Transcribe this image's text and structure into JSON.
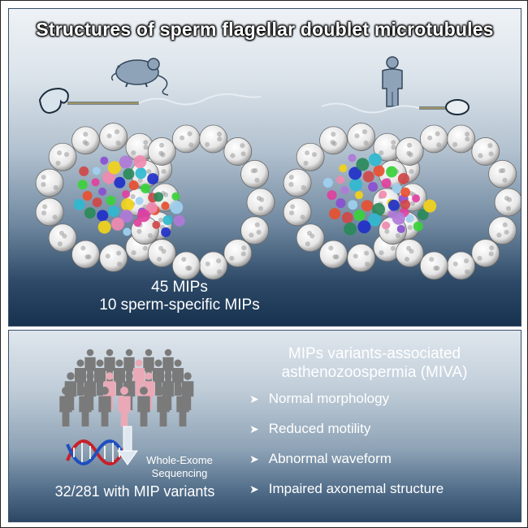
{
  "title": "Structures of sperm flagellar doublet microtubules",
  "top_panel": {
    "species": [
      {
        "icon": "mouse-icon"
      },
      {
        "icon": "human-icon"
      }
    ],
    "mip_count": "45 MIPs",
    "sperm_specific": "10 sperm-specific MIPs"
  },
  "bottom_panel": {
    "heading_line1": "MIPs variants-associated",
    "heading_line2": "asthenozoospermia (MIVA)",
    "bullets": [
      "Normal morphology",
      "Reduced motility",
      "Abnormal waveform",
      "Impaired axonemal structure"
    ],
    "wes_line1": "Whole-Exome",
    "wes_line2": "Sequencing",
    "variants_caption": "32/281 with MIP variants",
    "bullet_symbol": "➤"
  },
  "colors": {
    "panel_dark": "#17324f",
    "affected": "#e9a9b6",
    "unaffected": "#7a7a7a",
    "dna_red": "#c8202a",
    "dna_blue": "#1f4fbf"
  }
}
